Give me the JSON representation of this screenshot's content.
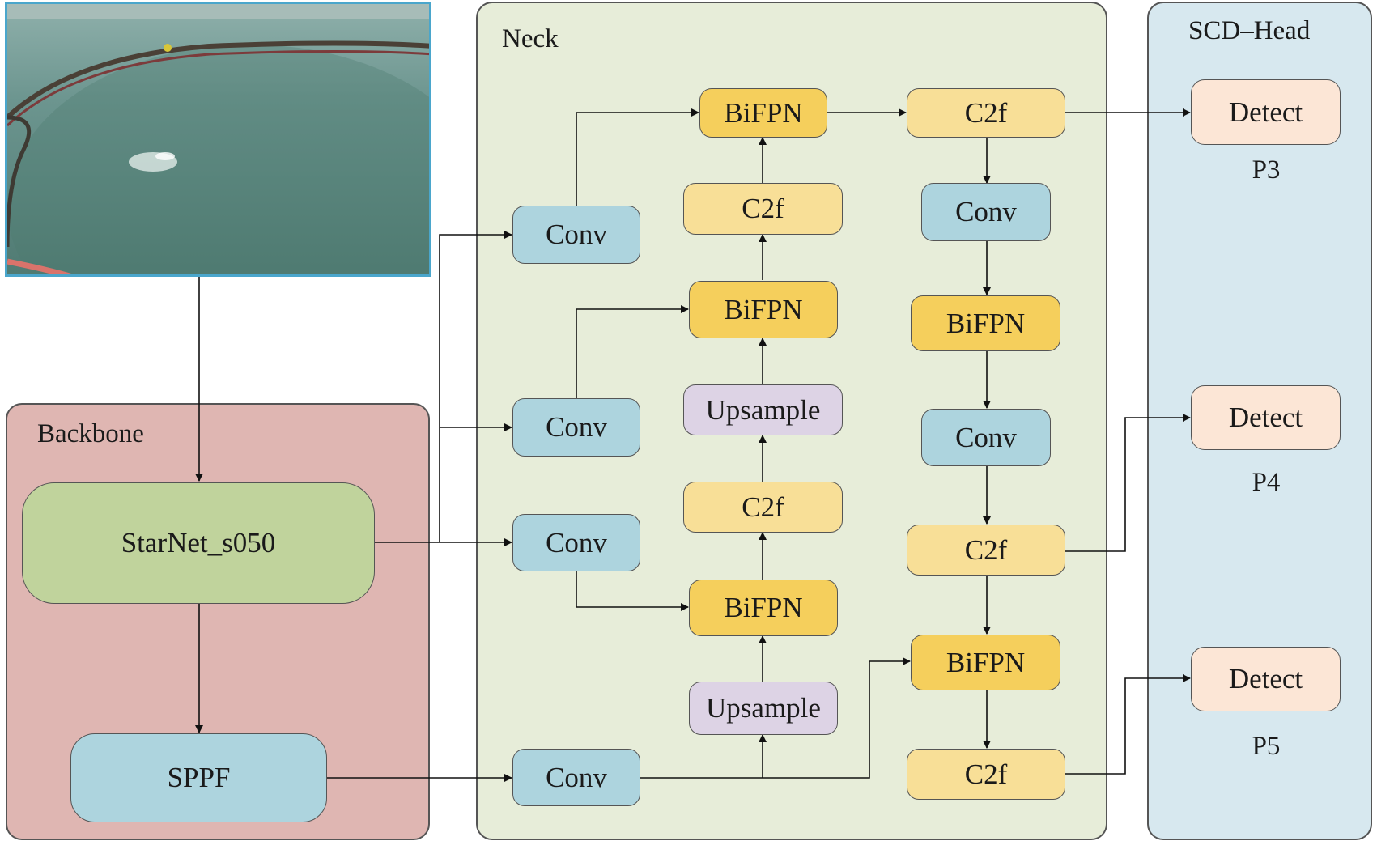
{
  "backbone": {
    "title": "Backbone",
    "starnet": "StarNet_s050",
    "sppf": "SPPF"
  },
  "neck": {
    "title": "Neck",
    "conv": "Conv",
    "c2f": "C2f",
    "bifpn": "BiFPN",
    "upsample": "Upsample"
  },
  "head": {
    "title": "SCD–Head",
    "detect": "Detect",
    "p3": "P3",
    "p4": "P4",
    "p5": "P5"
  },
  "colors": {
    "backbone_bg": "#dfb6b2",
    "neck_bg": "#e7edd9",
    "head_bg": "#d7e8ef",
    "conv": "#add4de",
    "c2f": "#f8df97",
    "bifpn": "#f5cf5c",
    "upsample": "#ddd3e5",
    "detect": "#fce6d6",
    "starnet": "#c0d39c"
  }
}
